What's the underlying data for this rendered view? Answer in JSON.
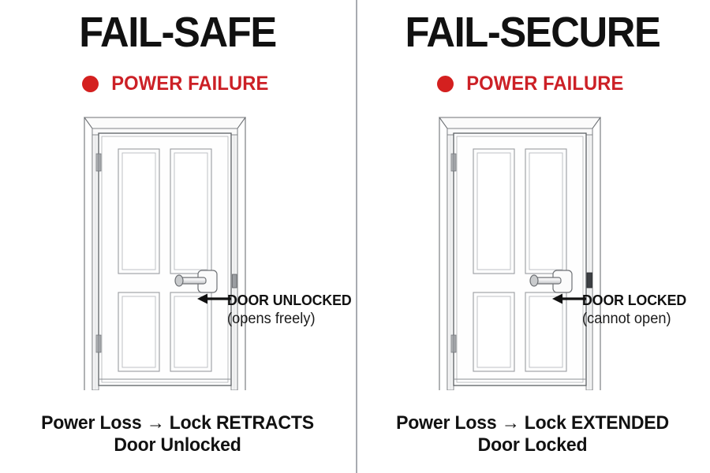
{
  "diagram": {
    "type": "comparison-diagram",
    "subject": "Electric lock behavior on power failure",
    "divider_color": "#a8abb0",
    "accent_red": "#cc2026",
    "text_black": "#111111"
  },
  "panels": [
    {
      "id": "fail-safe",
      "title": "FAIL-SAFE",
      "status_label": "POWER FAILURE",
      "status_dot": "red-dot-icon",
      "door": {
        "alt": "six-panel interior door in frame with lever handle",
        "handle_icon": "door-lever-handle-icon",
        "hinge_icon": "hinge-icon",
        "strike_icon": "strike-plate-icon",
        "strike_state": "retracted"
      },
      "callout": {
        "main": "DOOR UNLOCKED",
        "sub": "(opens freely)",
        "arrow_icon": "left-arrow-icon"
      },
      "caption": {
        "line1": "Power Loss → Lock RETRACTS",
        "line2": "Door Unlocked"
      }
    },
    {
      "id": "fail-secure",
      "title": "FAIL-SECURE",
      "status_label": "POWER FAILURE",
      "status_dot": "red-dot-icon",
      "door": {
        "alt": "six-panel interior door in frame with lever handle",
        "handle_icon": "door-lever-handle-icon",
        "hinge_icon": "hinge-icon",
        "strike_icon": "strike-plate-icon",
        "strike_state": "extended"
      },
      "callout": {
        "main": "DOOR LOCKED",
        "sub": "(cannot open)",
        "arrow_icon": "left-arrow-icon"
      },
      "caption": {
        "line1": "Power Loss → Lock EXTENDED",
        "line2": "Door Locked"
      }
    }
  ]
}
